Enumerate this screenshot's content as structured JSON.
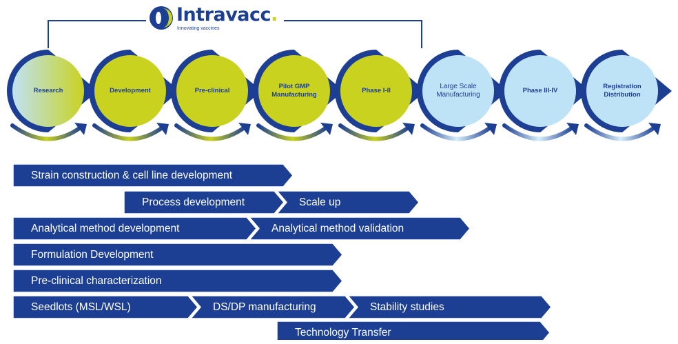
{
  "logo": {
    "name": "Intravacc",
    "dot": ".",
    "tagline": "Innovating vaccines"
  },
  "stages": [
    {
      "label": "Research",
      "style": "gradient"
    },
    {
      "label": "Development",
      "style": "green"
    },
    {
      "label": "Pre-clinical",
      "style": "green"
    },
    {
      "label": "Pilot GMP Manufacturing",
      "style": "green"
    },
    {
      "label": "Phase I-II",
      "style": "green"
    },
    {
      "label": "Large Scale Manufacturing",
      "style": "light"
    },
    {
      "label": "Phase III-IV",
      "style": "light"
    },
    {
      "label": "Registration Distribution",
      "style": "light"
    }
  ],
  "bars": [
    {
      "segments": [
        "Strain construction & cell line development"
      ]
    },
    {
      "segments": [
        "Process development",
        "Scale up"
      ]
    },
    {
      "segments": [
        "Analytical method development",
        "Analytical method validation"
      ]
    },
    {
      "segments": [
        "Formulation Development"
      ]
    },
    {
      "segments": [
        "Pre-clinical characterization"
      ]
    },
    {
      "segments": [
        "Seedlots (MSL/WSL)",
        "DS/DP manufacturing",
        "Stability studies"
      ]
    },
    {
      "segments": [
        "Technology Transfer"
      ]
    }
  ],
  "colors": {
    "navy": "#1c3f94",
    "green": "#c9d21f",
    "light_blue": "#bfe3f6",
    "white": "#ffffff"
  }
}
